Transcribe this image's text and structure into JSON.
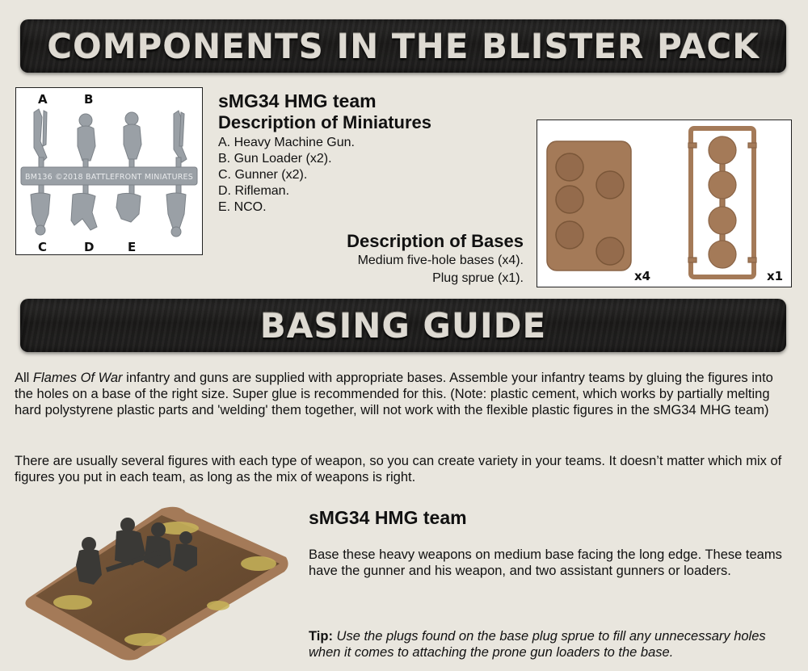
{
  "banners": {
    "components": "COMPONENTS IN THE BLISTER PACK",
    "basing": "BASING GUIDE"
  },
  "sprue": {
    "labels_top": [
      "A",
      "B"
    ],
    "labels_bottom": [
      "C",
      "D",
      "E"
    ],
    "imprint": "BM136 ©2018 BATTLEFRONT MINIATURES"
  },
  "miniatures": {
    "team_name": "sMG34 HMG team",
    "heading": "Description of Miniatures",
    "items": [
      "A. Heavy Machine Gun.",
      "B. Gun Loader (x2).",
      "C. Gunner (x2).",
      "D. Rifleman.",
      "E. NCO."
    ]
  },
  "bases": {
    "heading": "Description of Bases",
    "lines": [
      "Medium five-hole bases (x4).",
      "Plug sprue (x1)."
    ],
    "qty_base": "x4",
    "qty_sprue": "x1"
  },
  "basing_guide": {
    "para1_pre": "All ",
    "para1_italic": "Flames Of War",
    "para1_post": " infantry and guns are supplied with appropriate bases. Assemble your infantry teams by gluing the figures into the holes on a base of the right size. Super glue is recommended for this. (Note: plastic cement, which works by partially melting hard polystyrene plastic parts and 'welding' them together, will not work with the flexible plastic figures in the sMG34 MHG team)",
    "para2": "There are usually several figures with each type of weapon, so you can create variety in your teams. It doesn’t matter which mix of figures you put in each team, as long as the mix of weapons is right."
  },
  "team": {
    "title": "sMG34 HMG team",
    "body": "Base these heavy weapons on medium base facing the long edge. These teams have the gunner and his weapon, and two assistant gunners or loaders.",
    "tip_label": "Tip:",
    "tip_text": "Use the plugs found on the base plug sprue to fill any unnecessary holes when it comes to attaching the prone gun loaders to the base."
  },
  "colors": {
    "page_bg": "#e9e6de",
    "banner_bg": "#1f1e1d",
    "plastic_grey": "#9aa0a6",
    "base_brown": "#a47a58"
  }
}
